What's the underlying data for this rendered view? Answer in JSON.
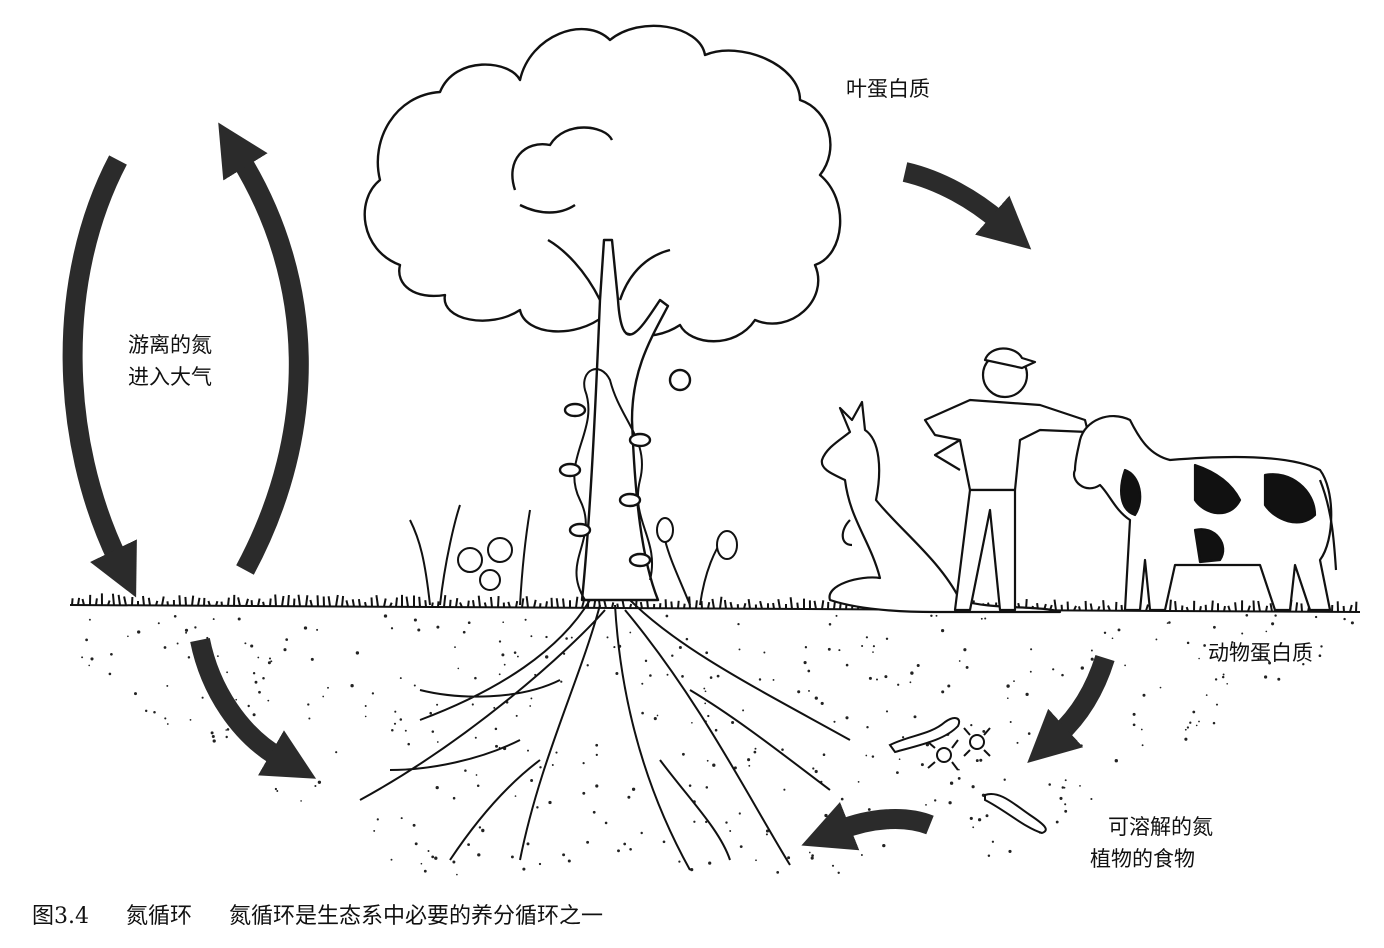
{
  "labels": {
    "leaf_protein": "叶蛋白质",
    "free_nitrogen_line1": "游离的氮",
    "free_nitrogen_line2": "进入大气",
    "animal_protein": "动物蛋白质",
    "soluble_nitrogen_line1": "可溶解的氮",
    "soluble_nitrogen_line2": "植物的食物"
  },
  "caption": {
    "figure_number": "图3.4",
    "figure_title": "氮循环",
    "figure_text": "氮循环是生态系中必要的养分循环之一"
  },
  "colors": {
    "ink": "#111111",
    "arrow": "#2b2b2b",
    "background": "#ffffff"
  }
}
